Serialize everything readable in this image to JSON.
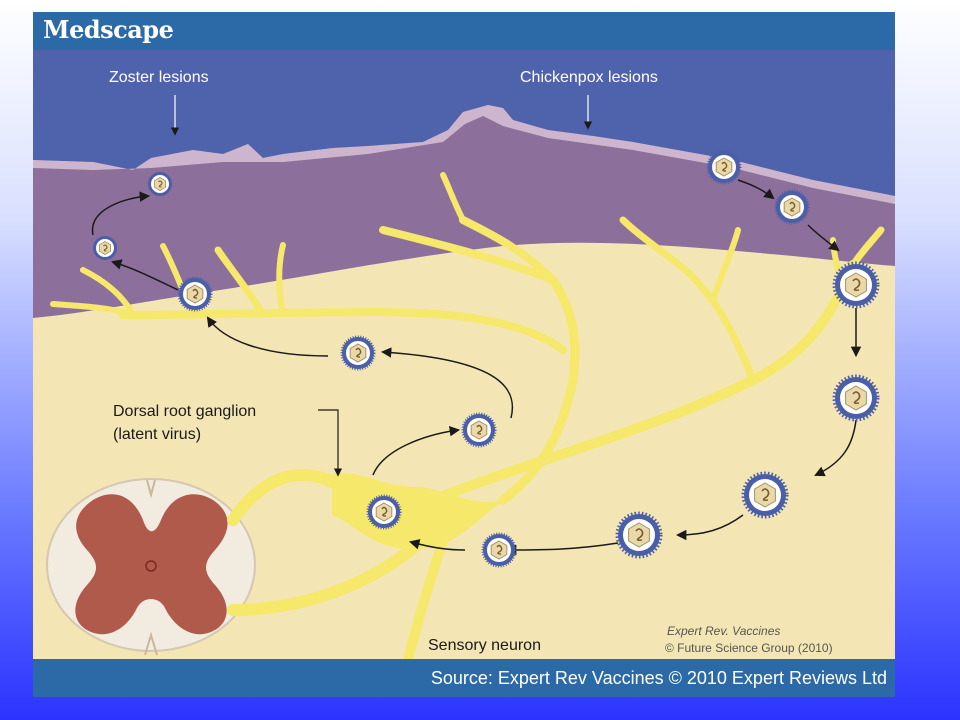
{
  "header": {
    "brand": "Medscape"
  },
  "labels": {
    "zoster": "Zoster lesions",
    "chickenpox": "Chickenpox lesions",
    "ganglion_line1": "Dorsal root ganglion",
    "ganglion_line2": "(latent virus)",
    "neuron": "Sensory neuron",
    "credit_line1": "Expert Rev. Vaccines",
    "credit_line2": "© Future Science Group (2010)"
  },
  "footer": {
    "source": "Source: Expert Rev Vaccines © 2010 Expert Reviews Ltd"
  },
  "colors": {
    "sky": "#4f63ac",
    "skin": "#8d6f9c",
    "tissue": "#f3e6b4",
    "nerve": "#f5e86a",
    "virus_spikes": "#4a5fa8",
    "spinal_gray": "#b05a4c",
    "header": "#2b6aa6"
  }
}
